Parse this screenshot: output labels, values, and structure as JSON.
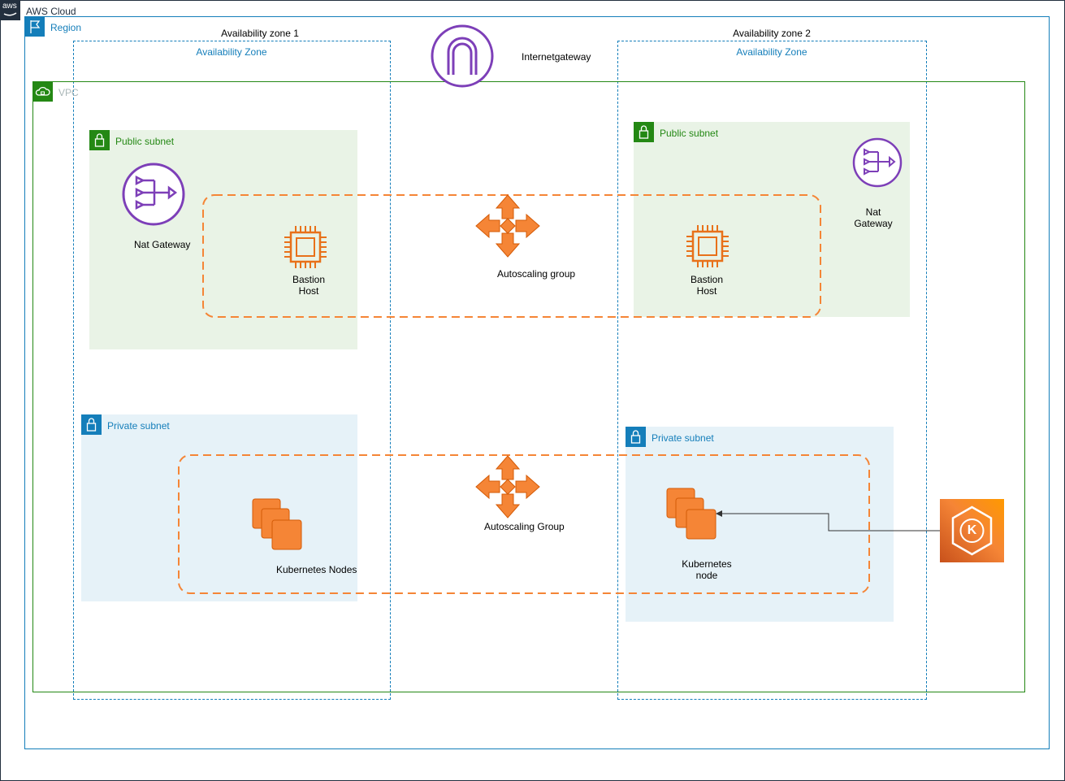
{
  "cloud": {
    "logo_text": "aws",
    "title": "AWS Cloud"
  },
  "region": {
    "label": "Region"
  },
  "zones": [
    {
      "title": "Availability zone 1",
      "subtitle": "Availability Zone"
    },
    {
      "title": "Availability zone 2",
      "subtitle": "Availability Zone"
    }
  ],
  "vpc": {
    "label": "VPC"
  },
  "internet_gateway": {
    "label": "Internetgateway"
  },
  "subnets": {
    "public_1": {
      "label": "Public subnet"
    },
    "public_2": {
      "label": "Public subnet"
    },
    "private_1": {
      "label": "Private subnet"
    },
    "private_2": {
      "label": "Private subnet"
    }
  },
  "nat_gateway_1": {
    "label": "Nat Gateway"
  },
  "nat_gateway_2": {
    "line1": "Nat",
    "line2": "Gateway"
  },
  "bastion_1": {
    "line1": "Bastion",
    "line2": "Host"
  },
  "bastion_2": {
    "line1": "Bastion",
    "line2": "Host"
  },
  "asg_top": {
    "label": "Autoscaling group"
  },
  "asg_bottom": {
    "label": "Autoscaling Group"
  },
  "k8s_nodes_1": {
    "label": "Kubernetes Nodes"
  },
  "k8s_node_2": {
    "line1": "Kubernetes",
    "line2": "node"
  },
  "eks": {
    "letter": "K"
  },
  "colors": {
    "region_blue": "#147eba",
    "vpc_green": "#248814",
    "public_fill": "#e9f3e6",
    "private_fill": "#e6f2f8",
    "compute_orange": "#ed7100",
    "asg_orange": "#f58536",
    "network_purple": "#8c4fff"
  }
}
